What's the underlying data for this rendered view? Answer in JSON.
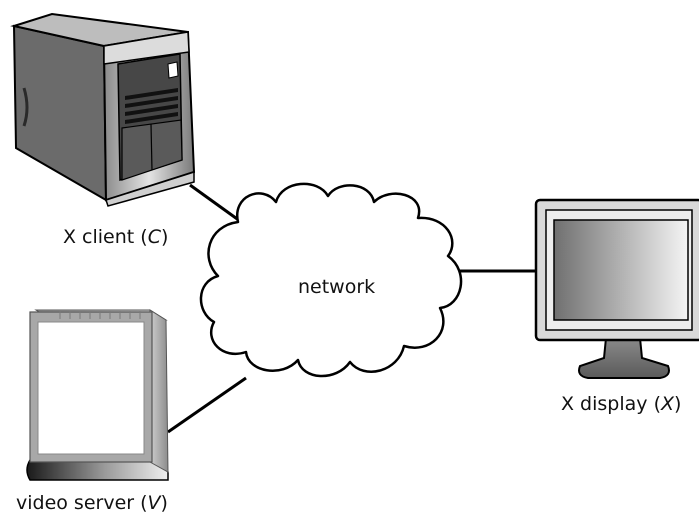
{
  "diagram": {
    "nodes": {
      "client": {
        "name": "X client",
        "letter": "C"
      },
      "network": {
        "name": "network"
      },
      "display": {
        "name": "X display",
        "letter": "X"
      },
      "video": {
        "name": "video server",
        "letter": "V"
      }
    },
    "edges": [
      {
        "from": "client",
        "to": "network"
      },
      {
        "from": "video",
        "to": "network"
      },
      {
        "from": "network",
        "to": "display"
      }
    ]
  }
}
